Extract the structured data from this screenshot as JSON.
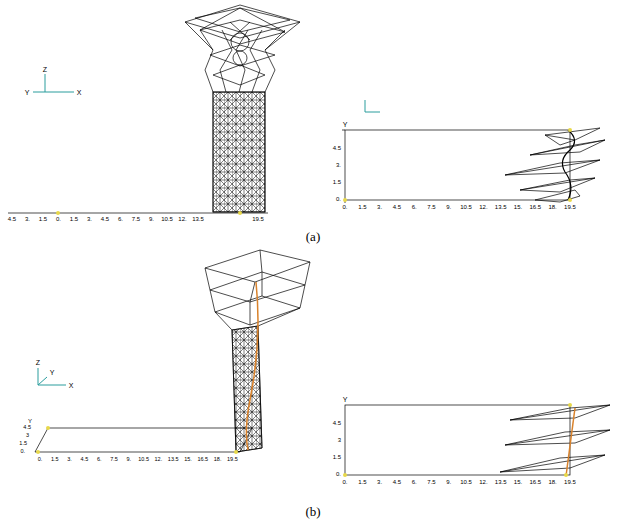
{
  "diagram": {
    "labels": [
      "(a)",
      "(b)",
      "Z",
      "Y",
      "X",
      "4.5",
      "3.",
      "1.5",
      "0.",
      "1.5",
      "3.",
      "4.5",
      "6.",
      "7.5",
      "9.",
      "10.5",
      "12.",
      "13.5",
      "19.5",
      "Y",
      "4.5",
      "3.",
      "1.5",
      "0.",
      "0.",
      "1.5",
      "3.",
      "4.5",
      "6.",
      "7.5",
      "9.",
      "10.5",
      "12.",
      "13.5",
      "15.",
      "16.5",
      "18.",
      "19.5",
      "Z",
      "Y",
      "X",
      "Y",
      "4.5",
      "3",
      "1.5",
      "0.",
      "0.",
      "1.5",
      "3.",
      "4.5",
      "6.",
      "7.5",
      "9.",
      "10.5",
      "12.",
      "13.5",
      "15.",
      "16.5",
      "18.",
      "19.5",
      "Y",
      "4.5",
      "3",
      "1.5",
      "0.",
      "0.",
      "1.5",
      "3.",
      "4.5",
      "6.",
      "7.5",
      "9.",
      "10.5",
      "12.",
      "13.5",
      "15.",
      "16.5",
      "18.",
      "19.5"
    ]
  }
}
